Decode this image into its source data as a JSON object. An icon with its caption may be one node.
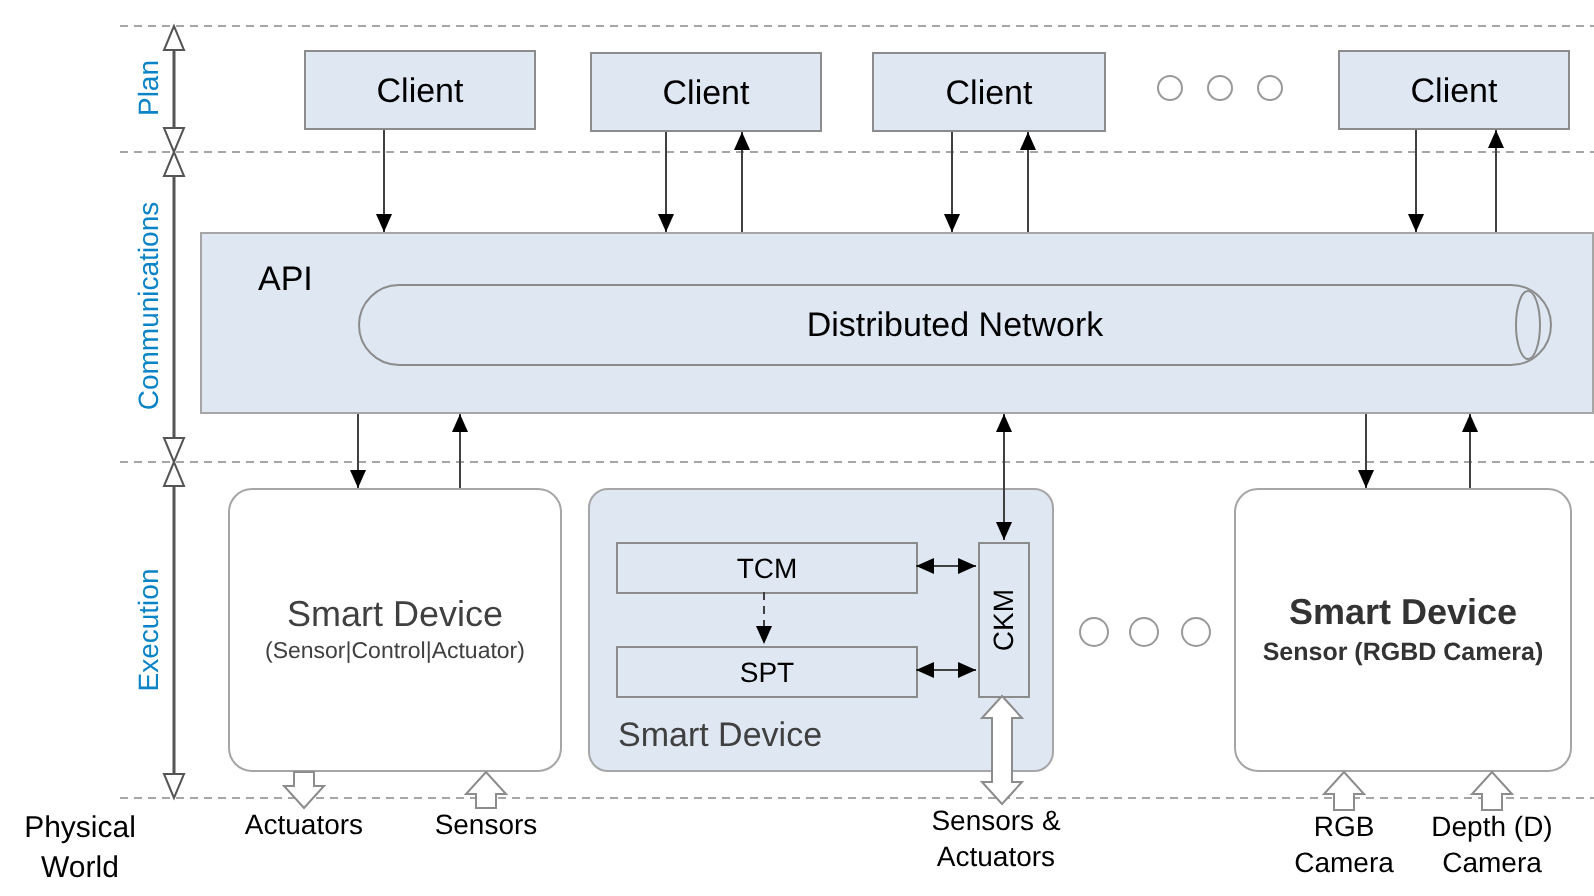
{
  "diagram": {
    "nodes": [
      {
        "text": [
          "Client"
        ]
      },
      {
        "text": [
          "Client"
        ]
      },
      {
        "text": [
          "Client"
        ]
      },
      {
        "text": [
          "Client"
        ]
      },
      {
        "text": [
          "API"
        ]
      },
      {
        "text": [
          "Distributed Network"
        ],
        "in": 4
      },
      {
        "text": [
          "Smart Device",
          "(Sensor|Control|Actuator)"
        ]
      },
      {
        "text": [
          "Smart Device"
        ]
      },
      {
        "text": [
          "TCM"
        ],
        "in": 7
      },
      {
        "text": [
          "SPT"
        ],
        "in": 7
      },
      {
        "text": [
          "CKM"
        ],
        "in": 7
      },
      {
        "text": [
          "Smart Device",
          "Sensor (RGBD Camera)"
        ]
      },
      {
        "text": [
          "Actuators"
        ]
      },
      {
        "text": [
          "Sensors"
        ]
      },
      {
        "text": [
          "Sensors & Actuators"
        ]
      },
      {
        "text": [
          "RGB Camera"
        ]
      },
      {
        "text": [
          "Depth (D) Camera"
        ]
      }
    ],
    "edges": [
      {
        "from": 0,
        "to": 4,
        "arrow": "to"
      },
      {
        "from": 1,
        "to": 4,
        "arrow": "to"
      },
      {
        "from": 4,
        "to": 1,
        "arrow": "to"
      },
      {
        "from": 2,
        "to": 4,
        "arrow": "to"
      },
      {
        "from": 4,
        "to": 2,
        "arrow": "to"
      },
      {
        "from": 3,
        "to": 4,
        "arrow": "to"
      },
      {
        "from": 4,
        "to": 3,
        "arrow": "to"
      },
      {
        "from": 4,
        "to": 6,
        "arrow": "to"
      },
      {
        "from": 6,
        "to": 4,
        "arrow": "to"
      },
      {
        "from": 4,
        "to": 10,
        "arrow": "both"
      },
      {
        "from": 4,
        "to": 11,
        "arrow": "to"
      },
      {
        "from": 11,
        "to": 4,
        "arrow": "to"
      },
      {
        "from": 8,
        "to": 10,
        "arrow": "both"
      },
      {
        "from": 9,
        "to": 10,
        "arrow": "both"
      },
      {
        "from": 8,
        "to": 9,
        "arrow": "to",
        "style": "dashed"
      },
      {
        "from": 6,
        "to": 12,
        "arrow": "to",
        "style": "thick"
      },
      {
        "from": 13,
        "to": 6,
        "arrow": "to",
        "style": "thick"
      },
      {
        "from": 10,
        "to": 14,
        "arrow": "both",
        "style": "thick"
      },
      {
        "from": 15,
        "to": 11,
        "arrow": "to",
        "style": "thick"
      },
      {
        "from": 16,
        "to": 11,
        "arrow": "to",
        "style": "thick"
      }
    ],
    "labels": [
      "Plan",
      "Communications",
      "Execution",
      "Physical World"
    ]
  }
}
